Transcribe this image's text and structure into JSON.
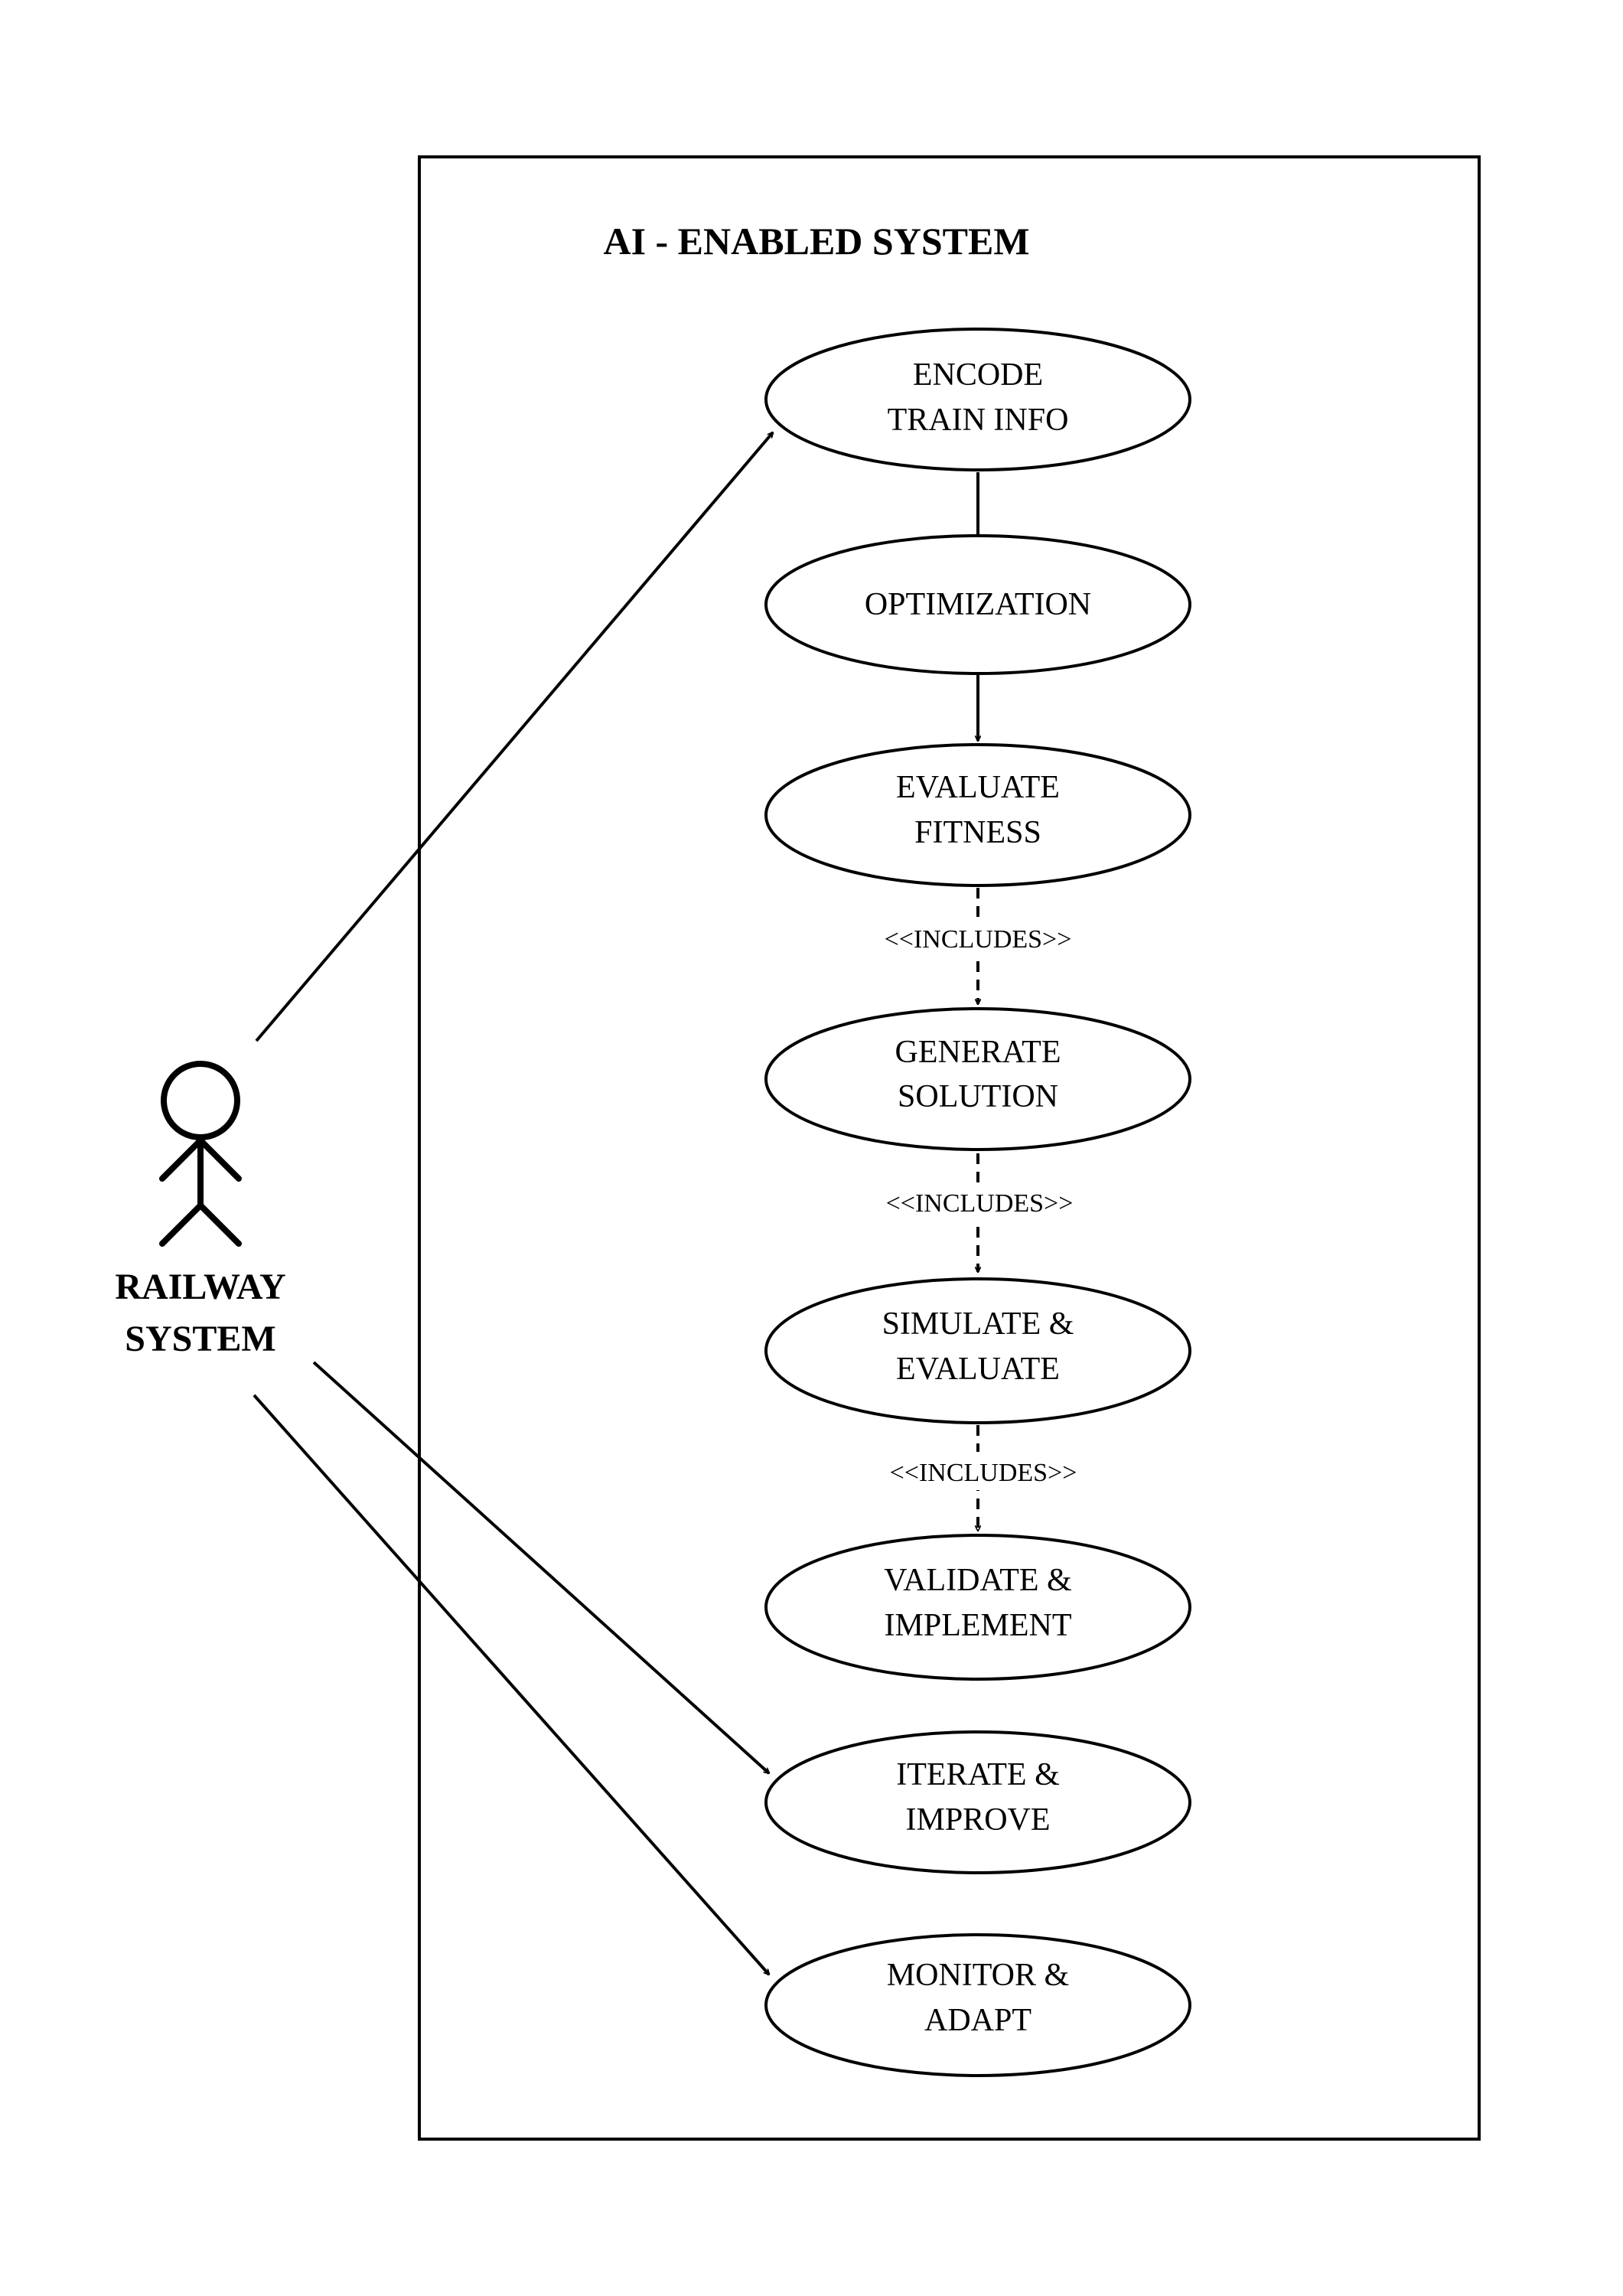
{
  "system": {
    "title": "AI - ENABLED SYSTEM"
  },
  "actor": {
    "name_line1": "RAILWAY",
    "name_line2": "SYSTEM"
  },
  "use_cases": [
    {
      "id": "encode",
      "line1": "ENCODE",
      "line2": "TRAIN INFO"
    },
    {
      "id": "optimize",
      "line1": "OPTIMIZATION",
      "line2": ""
    },
    {
      "id": "fitness",
      "line1": "EVALUATE",
      "line2": "FITNESS"
    },
    {
      "id": "generate",
      "line1": "GENERATE",
      "line2": "SOLUTION"
    },
    {
      "id": "simulate",
      "line1": "SIMULATE &",
      "line2": "EVALUATE"
    },
    {
      "id": "validate",
      "line1": "VALIDATE &",
      "line2": "IMPLEMENT"
    },
    {
      "id": "iterate",
      "line1": "ITERATE &",
      "line2": "IMPROVE"
    },
    {
      "id": "monitor",
      "line1": "MONITOR &",
      "line2": "ADAPT"
    }
  ],
  "relations": {
    "includes_label_1": "<<INCLUDES>>",
    "includes_label_2": "<<INCLUDES>>",
    "includes_label_3": "<<INCLUDES>>"
  },
  "colors": {
    "stroke": "#000000",
    "background": "#ffffff"
  }
}
